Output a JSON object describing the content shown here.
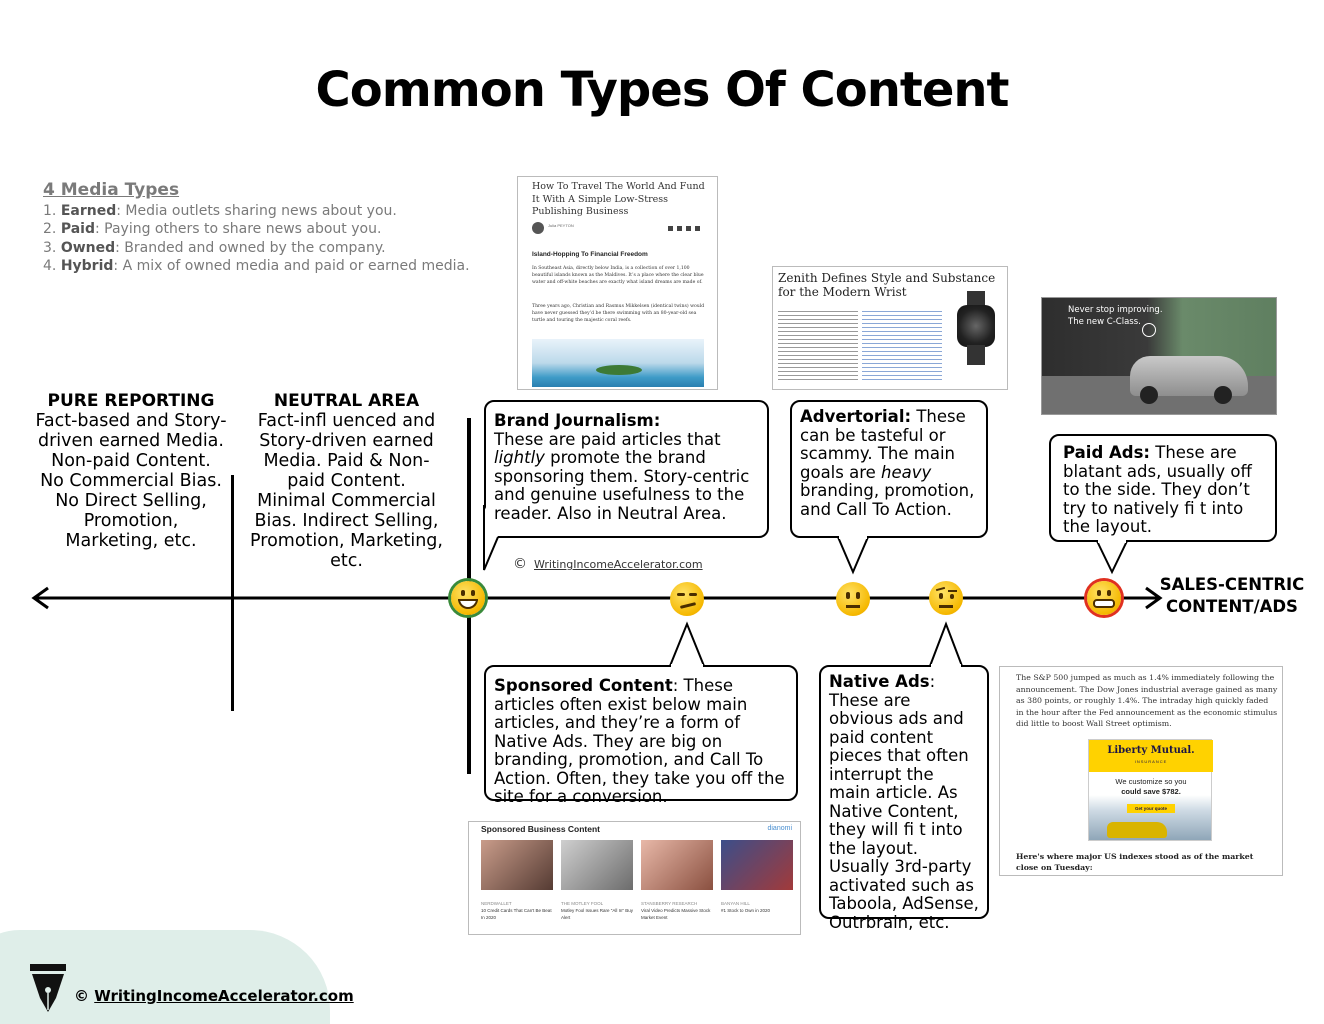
{
  "title": "Common Types Of Content",
  "media_types": {
    "heading": "4 Media Types",
    "items": [
      {
        "num": "1.",
        "term": "Earned",
        "desc": ": Media outlets sharing news about you."
      },
      {
        "num": "2.",
        "term": "Paid",
        "desc": ": Paying others to share news about you."
      },
      {
        "num": "3.",
        "term": "Owned",
        "desc": ": Branded and owned by the company."
      },
      {
        "num": "4.",
        "term": "Hybrid",
        "desc": ": A mix of owned media and paid or earned media."
      }
    ]
  },
  "columns": {
    "pure_reporting": {
      "heading": "PURE REPORTING",
      "lines": [
        "Fact-based and Story-",
        "driven earned Media.",
        "Non-paid Content.",
        "No Commercial Bias.",
        "No Direct Selling,",
        "Promotion,",
        "Marketing, etc."
      ]
    },
    "neutral_area": {
      "heading": "NEUTRAL AREA",
      "lines": [
        "Fact-infl uenced and",
        "Story-driven earned",
        "Media. Paid & Non-",
        "paid Content.",
        "Minimal Commercial",
        "Bias. Indirect Selling,",
        "Promotion, Marketing,",
        "etc."
      ]
    }
  },
  "callouts": {
    "brand_journalism": {
      "term": "Brand Journalism:",
      "pre": "These are paid articles that ",
      "em": "lightly",
      "post": " promote the brand sponsoring them. Story-centric and genuine usefulness to the reader. Also in Neutral Area."
    },
    "advertorial": {
      "term": "Advertorial:",
      "pre": " These can be tasteful or scammy. The main goals are ",
      "em": "heavy",
      "post": " branding, promotion, and Call To Action."
    },
    "paid_ads": {
      "term": "Paid Ads:",
      "text": " These are blatant ads, usually off to the side. They don’t try to natively fi t into the layout."
    },
    "sponsored_content": {
      "term": "Sponsored Content",
      "text": ": These articles often exist below main articles, and they’re a form of Native Ads. They are big on branding, promotion, and Call To Action. Often, they take you off the site for a conversion."
    },
    "native_ads": {
      "term": "Native Ads",
      "text": ": These are obvious ads and paid content pieces that often interrupt the main article. As Native Content, they will fi t into the layout. Usually 3rd-party activated such as Taboola, AdSense, Outrbrain, etc."
    }
  },
  "axis": {
    "end_label_1": "SALES-CENTRIC",
    "end_label_2": "CONTENT/ADS",
    "emojis": [
      "grinning-face",
      "smirking-face",
      "neutral-face",
      "raised-eyebrow-face",
      "grimacing-face"
    ]
  },
  "copyright_mid": {
    "symbol": "©",
    "site": "WritingIncomeAccelerator.com"
  },
  "footer": {
    "symbol": "©",
    "site": "WritingIncomeAccelerator.com"
  },
  "thumbnails": {
    "article": {
      "headline": "How To Travel The World And Fund It With A Simple Low-Stress Publishing Business",
      "byline": "Julia PEYTON",
      "subhead": "Island-Hopping To Financial Freedom",
      "para1": "In Southeast Asia, directly below India, is a collection of over 1,100 beautiful islands known as the Maldives. It’s a place where the clear blue water and off-white beaches are exactly what island dreams are made of.",
      "para2": "Three years ago, Christian and Rasmus Mikkelsen (identical twins) would have never guessed they’d be there swimming with an 80-year-old sea turtle and touring the majestic coral reefs."
    },
    "advertorial": {
      "headline_1": "Zenith Defines Style and Substance",
      "headline_2": "for the Modern Wrist"
    },
    "mercedes": {
      "line1": "Never stop improving.",
      "line2": "The new C-Class."
    },
    "sponsored": {
      "header": "Sponsored Business Content",
      "brand": "dianomi",
      "items": [
        {
          "source": "NERDWALLET",
          "title": "10 Credit Cards That Can't Be Beat In 2020"
        },
        {
          "source": "THE MOTLEY FOOL",
          "title": "Motley Fool Issues Rare \"All In\" Buy Alert"
        },
        {
          "source": "STANSBERRY RESEARCH",
          "title": "Viral Video Predicts Massive Stock Market Event"
        },
        {
          "source": "BANYAN HILL",
          "title": "#1 Stock to Own in 2020"
        }
      ]
    },
    "native": {
      "para": "The S&P 500 jumped as much as 1.4% immediately following the announcement. The Dow Jones industrial average gained as many as 380 points, or roughly 1.4%. The intraday high quickly faded in the hour after the Fed announcement as the economic stimulus did little to boost Wall Street optimism.",
      "ad_brand": "Liberty Mutual.",
      "ad_sub": "INSURANCE",
      "ad_line1": "We customize so you",
      "ad_line2": "could save $782.",
      "ad_button": "Get your quote",
      "footer_line": "Here's where major US indexes stood as of the market close on Tuesday:"
    }
  },
  "colors": {
    "accent_green": "#3a8a3a",
    "accent_red": "#e03020",
    "emoji_yellow": "#f5b800",
    "footer_bg": "#dfeee9"
  }
}
